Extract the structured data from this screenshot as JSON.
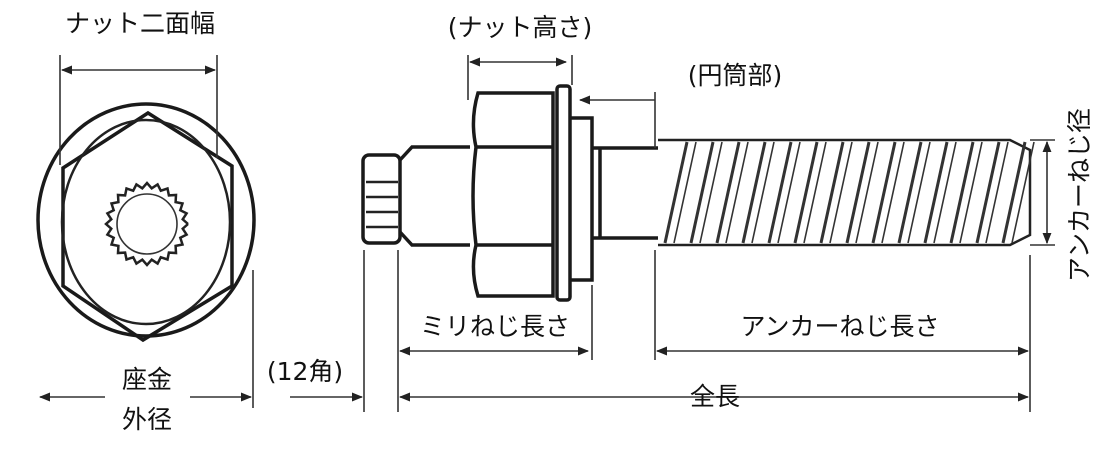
{
  "labels": {
    "nut_width": "ナット二面幅",
    "nut_height": "(ナット高さ)",
    "cylinder": "(円筒部)",
    "anchor_thread_dia": "アンカーねじ径",
    "metric_thread_len": "ミリねじ長さ",
    "anchor_thread_len": "アンカーねじ長さ",
    "total_len": "全長",
    "twelve_point": "(12角)",
    "washer_od_1": "座金",
    "washer_od_2": "外径"
  }
}
